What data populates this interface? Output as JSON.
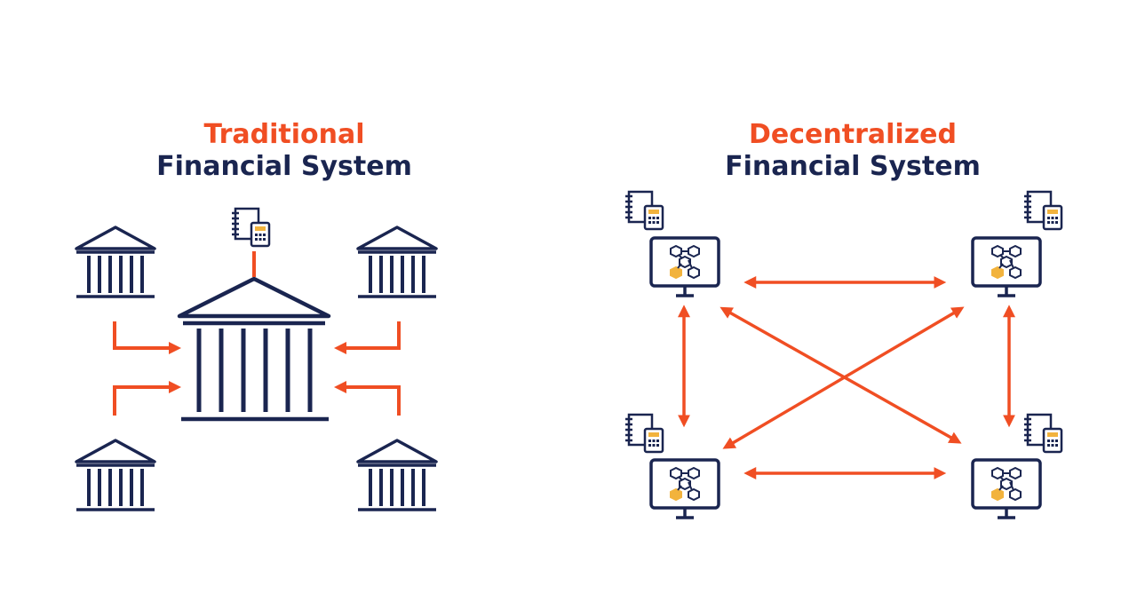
{
  "colors": {
    "accent": "#f04e23",
    "navy": "#1a2550",
    "gold": "#f2b33d"
  },
  "traditional": {
    "title_line1": "Traditional",
    "title_line2": "Financial System",
    "icons": [
      "bank-icon",
      "central-bank-icon",
      "ledger-calculator-icon",
      "arrow-icon"
    ]
  },
  "decentralized": {
    "title_line1": "Decentralized",
    "title_line2": "Financial System",
    "icons": [
      "computer-node-icon",
      "blockchain-icon",
      "ledger-calculator-icon",
      "double-arrow-icon"
    ]
  }
}
